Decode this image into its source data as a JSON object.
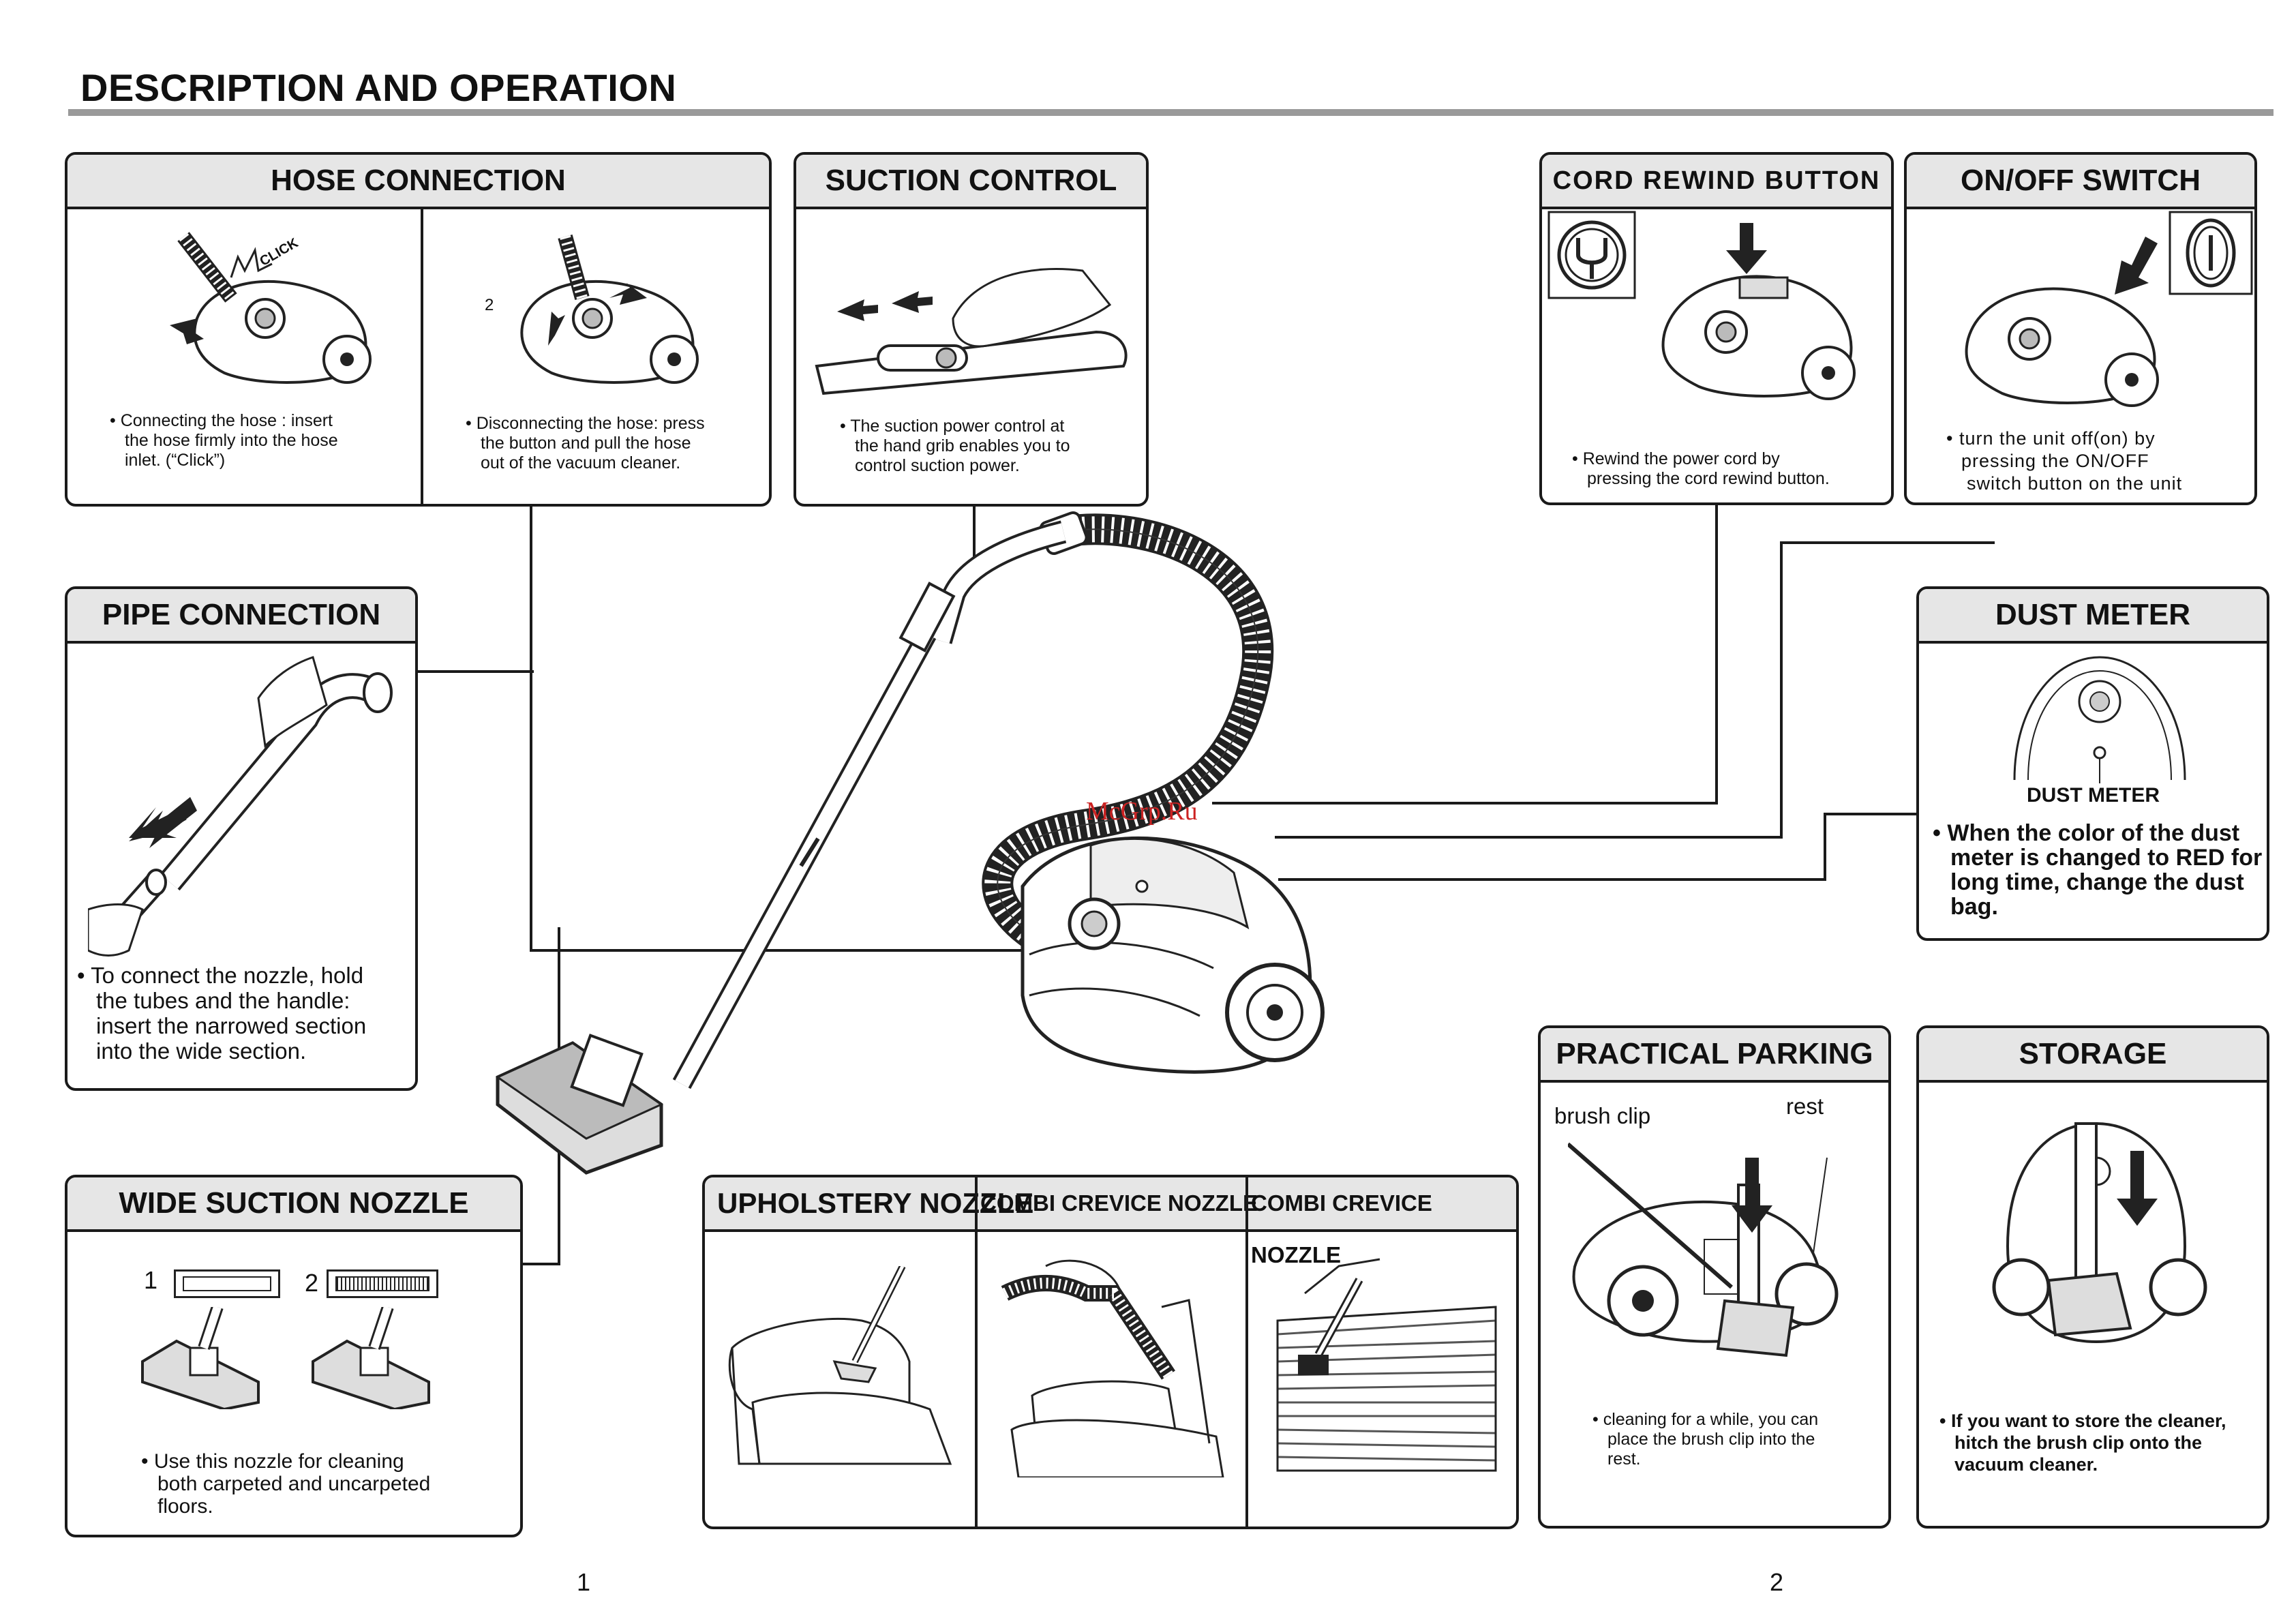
{
  "page": {
    "title": "DESCRIPTION AND OPERATION",
    "page_left": "1",
    "page_right": "2",
    "watermark": "McGrp.Ru"
  },
  "hose_connection": {
    "title": "HOSE CONNECTION",
    "click_label": "CLICK",
    "step_number": "2",
    "left_caption": [
      "• Connecting the hose : insert",
      "the hose firmly into the hose",
      "inlet. (“Click”)"
    ],
    "right_caption": [
      "• Disconnecting the hose: press",
      "the button and pull the hose",
      "out of the vacuum cleaner."
    ]
  },
  "suction_control": {
    "title": "SUCTION CONTROL",
    "caption": [
      "• The suction power control at",
      "the hand grib enables you to",
      "control suction power."
    ]
  },
  "cord_rewind": {
    "title": "CORD REWIND BUTTON",
    "caption": [
      "• Rewind the power cord by",
      "pressing the cord rewind button."
    ]
  },
  "on_off": {
    "title": "ON/OFF SWITCH",
    "caption": [
      "• turn the unit off(on) by",
      "pressing  the ON/OFF",
      "switch  button  on the unit"
    ]
  },
  "pipe_connection": {
    "title": "PIPE CONNECTION",
    "caption": [
      "• To connect the nozzle, hold",
      "the tubes and the handle:",
      "insert the narrowed section",
      "into the wide section."
    ]
  },
  "dust_meter": {
    "title": "DUST METER",
    "label": "DUST METER",
    "caption": [
      "• When the color of the dust",
      "meter is changed to RED for",
      "long time, change the dust",
      "bag."
    ]
  },
  "wide_nozzle": {
    "title": "WIDE SUCTION NOZZLE",
    "option_1": "1",
    "option_2": "2",
    "caption": [
      "• Use this nozzle for cleaning",
      "both carpeted and uncarpeted",
      "floors."
    ]
  },
  "nozzles": {
    "upholstery": "UPHOLSTERY NOZZLE",
    "combi_1": "COMBI CREVICE NOZZLE",
    "combi_2": "COMBI CREVICE NOZZLE"
  },
  "parking": {
    "title": "PRACTICAL PARKING",
    "brush_clip": "brush clip",
    "rest": "rest",
    "caption": [
      "• cleaning for a while, you can",
      "place the brush clip into the",
      "rest."
    ]
  },
  "storage": {
    "title": "STORAGE",
    "caption": [
      "• If you want to store the cleaner,",
      "hitch the brush clip onto the",
      "vacuum cleaner."
    ]
  }
}
